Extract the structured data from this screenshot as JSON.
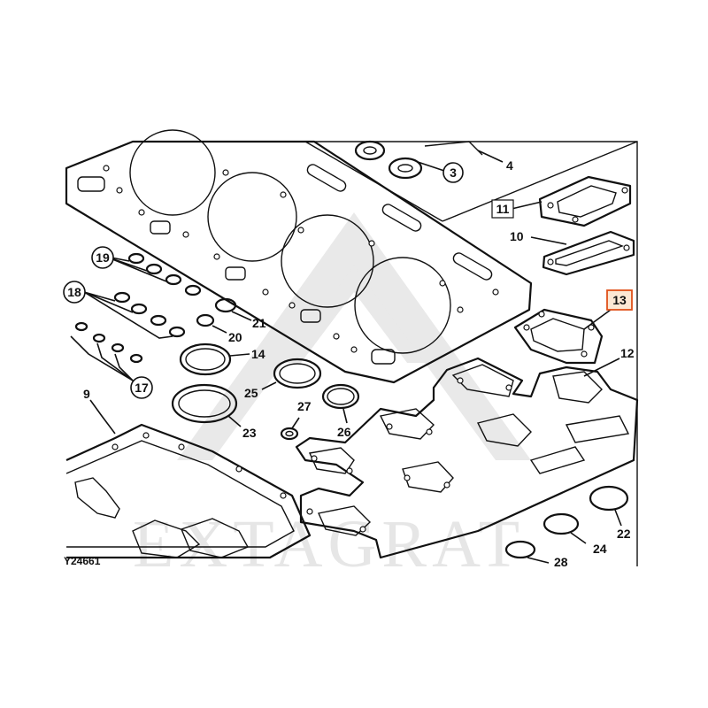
{
  "diagram": {
    "id_label": "Y24661",
    "watermark": "EXTAGRAT",
    "selected_callout": "13",
    "callouts": {
      "c3": "3",
      "c4": "4",
      "c9": "9",
      "c10": "10",
      "c11": "11",
      "c12": "12",
      "c13": "13",
      "c14": "14",
      "c17": "17",
      "c18": "18",
      "c19": "19",
      "c20": "20",
      "c21": "21",
      "c22": "22",
      "c23": "23",
      "c24": "24",
      "c25": "25",
      "c26": "26",
      "c27": "27",
      "c28": "28"
    }
  }
}
